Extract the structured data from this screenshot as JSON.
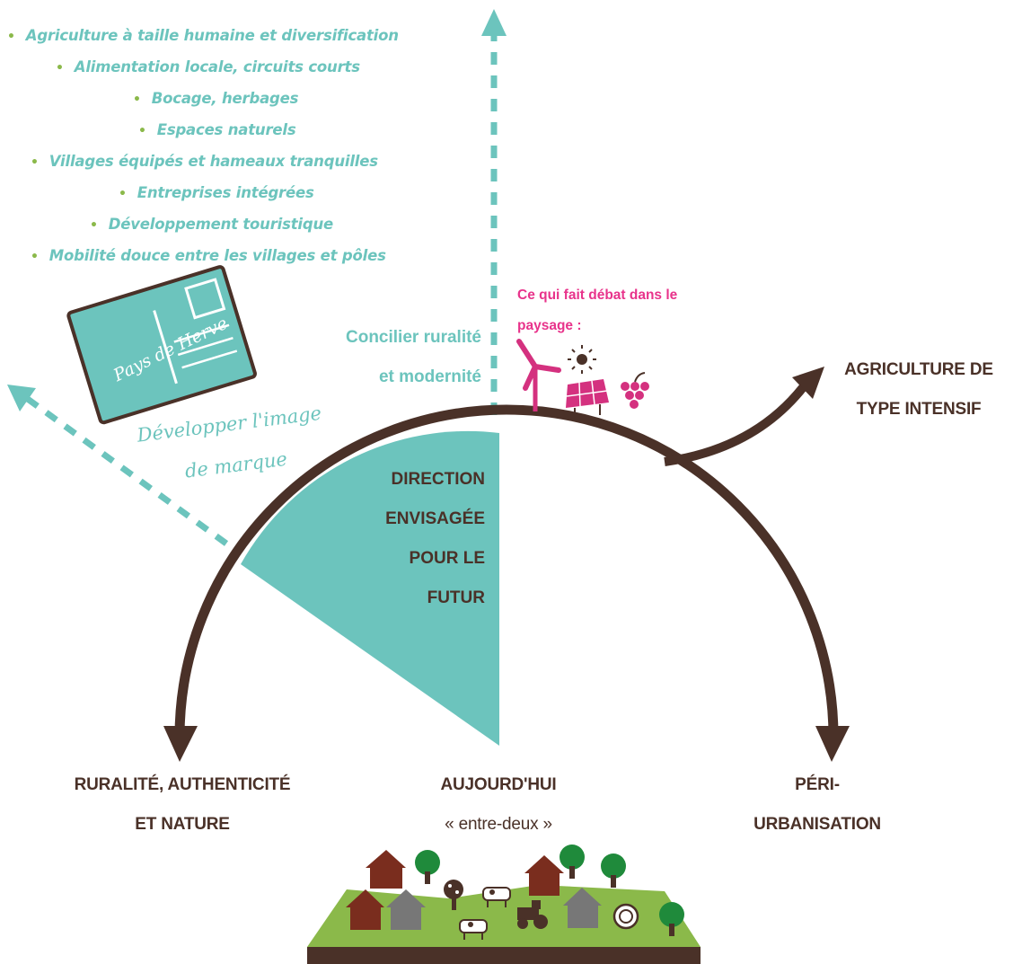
{
  "bullets": [
    "Agriculture à taille humaine et diversification",
    "Alimentation locale, circuits courts",
    "Bocage, herbages",
    "Espaces naturels",
    "Villages équipés et hameaux tranquilles",
    "Entreprises intégrées",
    "Développement touristique",
    "Mobilité douce entre les villages et pôles"
  ],
  "postcard_text": "Pays de Herve",
  "brand_image": [
    "Développer l'image",
    "de marque"
  ],
  "reconcile": [
    "Concilier ruralité",
    "et modernité"
  ],
  "debate": [
    "Ce qui fait débat dans le",
    "paysage :"
  ],
  "intensive": [
    "AGRICULTURE DE",
    "TYPE INTENSIF"
  ],
  "direction": [
    "DIRECTION",
    "ENVISAGÉE",
    "POUR LE",
    "FUTUR"
  ],
  "rurality": [
    "RURALITÉ, AUTHENTICITÉ",
    "ET NATURE"
  ],
  "today": [
    "AUJOURD'HUI",
    "« entre-deux »"
  ],
  "peri": [
    "PÉRI-",
    "URBANISATION"
  ],
  "colors": {
    "teal": "#6cc4bd",
    "brown": "#4a3128",
    "pink": "#e8338b",
    "green": "#8bb94a",
    "house_red": "#7a2d1e",
    "house_grey": "#777777",
    "tree": "#1f8a3b"
  },
  "icons": [
    "wind-turbine-icon",
    "sun-icon",
    "solar-panel-icon",
    "grapes-icon",
    "house-icon",
    "tree-icon",
    "cow-icon",
    "tractor-icon",
    "hay-bale-icon"
  ]
}
